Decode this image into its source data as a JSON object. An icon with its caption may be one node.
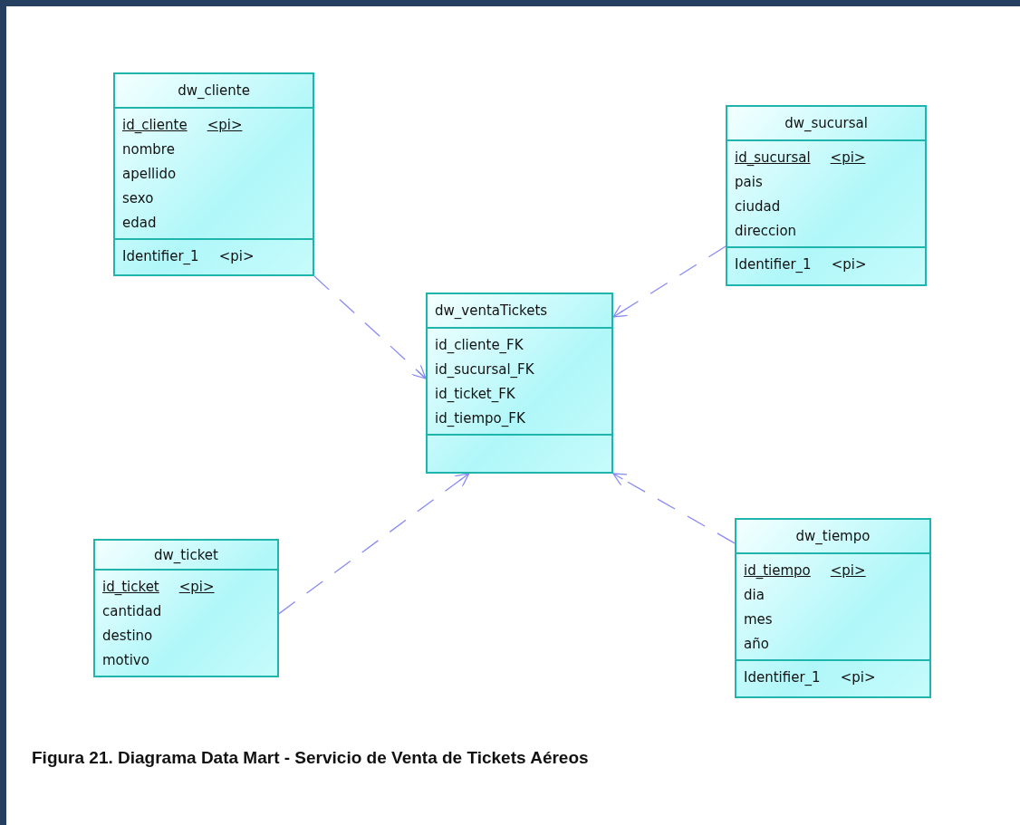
{
  "diagram": {
    "caption": "Figura 21. Diagrama Data Mart - Servicio de Venta de Tickets Aéreos",
    "nodes": [
      {
        "text": [
          "dw_cliente",
          "id_cliente",
          "<pi>",
          "nombre",
          "apellido",
          "sexo",
          "edad",
          "Identifier_1",
          "<pi>"
        ]
      },
      {
        "text": [
          "dw_sucursal",
          "id_sucursal",
          "<pi>",
          "pais",
          "ciudad",
          "direccion",
          "Identifier_1",
          "<pi>"
        ]
      },
      {
        "text": [
          "dw_ventaTickets",
          "id_cliente_FK",
          "id_sucursal_FK",
          "id_ticket_FK",
          "id_tiempo_FK"
        ]
      },
      {
        "text": [
          "dw_ticket",
          "id_ticket",
          "<pi>",
          "cantidad",
          "destino",
          "motivo"
        ]
      },
      {
        "text": [
          "dw_tiempo",
          "id_tiempo",
          "<pi>",
          "dia",
          "mes",
          "año",
          "Identifier_1",
          "<pi>"
        ]
      }
    ],
    "edges": [
      {
        "from": 0,
        "to": 2,
        "arrow": "to",
        "style": "dashed"
      },
      {
        "from": 1,
        "to": 2,
        "arrow": "to",
        "style": "dashed"
      },
      {
        "from": 3,
        "to": 2,
        "arrow": "to",
        "style": "dashed"
      },
      {
        "from": 4,
        "to": 2,
        "arrow": "to",
        "style": "dashed"
      }
    ]
  }
}
